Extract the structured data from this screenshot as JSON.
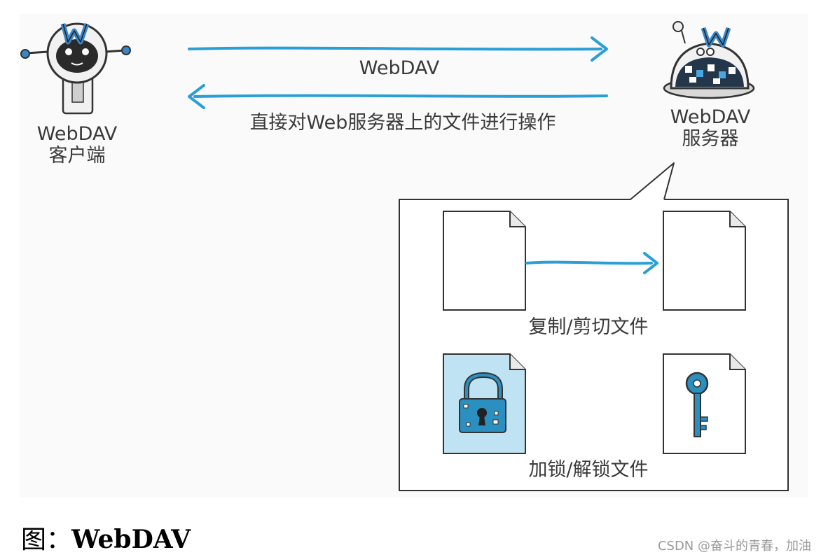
{
  "client": {
    "label_line1": "WebDAV",
    "label_line2": "客户端"
  },
  "server": {
    "label_line1": "WebDAV",
    "label_line2": "服务器"
  },
  "arrow_top_label": "WebDAV",
  "arrow_bottom_label": "直接对Web服务器上的文件进行操作",
  "panel": {
    "copy_label": "复制/剪切文件",
    "lock_label": "加锁/解锁文件"
  },
  "caption": {
    "prefix": "图：",
    "title": "WebDAV"
  },
  "watermark": "CSDN @奋斗的青春，加油",
  "colors": {
    "arrow": "#2a9fd6",
    "robot_body": "#f1f1f1",
    "robot_face": "#2a2a2a",
    "badge": "#3a86c8",
    "lock_doc": "#bfe3f3"
  },
  "icons": [
    "client-robot-icon",
    "server-robot-icon",
    "document-icon",
    "lock-icon",
    "key-icon"
  ]
}
